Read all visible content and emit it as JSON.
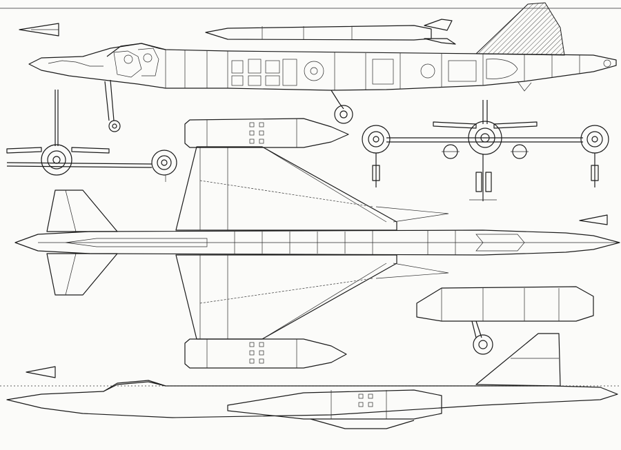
{
  "drawing": {
    "ink_color": "#1a1a1a",
    "paper_color": "#fbfbf9",
    "views": [
      "cutaway-side-view",
      "weapon-profile",
      "front-view-small",
      "front-view-large",
      "plan-view",
      "missile-top",
      "missile-bottom",
      "side-profile",
      "main-gear-detail",
      "direction-arrows"
    ]
  }
}
